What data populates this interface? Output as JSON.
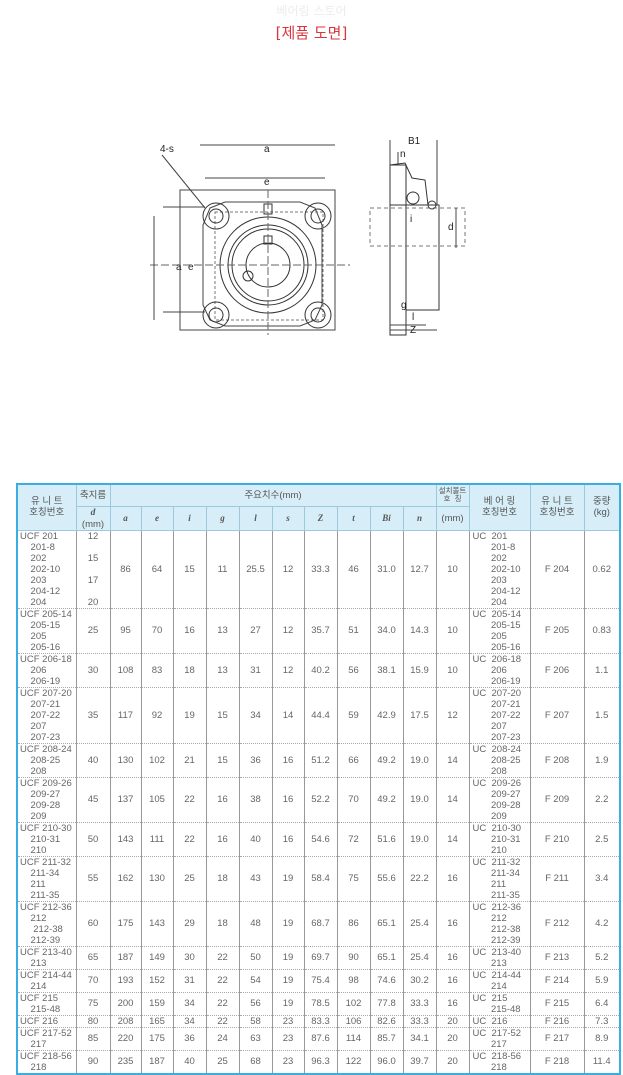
{
  "store_name": "베어링 스토어",
  "section_title": "[제품 도면]",
  "drawing_labels": {
    "a": "a",
    "e": "e",
    "s": "4-s",
    "B1": "B1",
    "n": "n",
    "d": "d",
    "i": "i",
    "g": "g",
    "l": "l",
    "Z": "Z"
  },
  "header": {
    "unit_no": "유 니 트\n호칭번호",
    "shaft": "축지름",
    "shaft_d": "d",
    "shaft_mm": "(mm)",
    "main_dims": "주요치수(mm)",
    "dims": [
      "a",
      "e",
      "i",
      "g",
      "l",
      "s",
      "Z",
      "t",
      "Bi",
      "n"
    ],
    "bolt": "설치볼트\n호  칭",
    "bolt_mm": "(mm)",
    "bearing_no": "베 어 링\n호칭번호",
    "unit_no2": "유 니 트\n호칭번호",
    "weight": "중량\n(kg)"
  },
  "rows": [
    {
      "unit": [
        "UCF 201",
        "    201-8",
        "    202",
        "    202-10",
        "    203",
        "    204-12",
        "    204"
      ],
      "d": "12\n\n15\n\n17\n\n20",
      "dims": [
        "86",
        "64",
        "15",
        "11",
        "25.5",
        "12",
        "33.3",
        "46",
        "31.0",
        "12.7"
      ],
      "bolt": "10",
      "bearing": [
        "UC  201",
        "       201-8",
        "       202",
        "       202-10",
        "       203",
        "       204-12",
        "       204"
      ],
      "housing": "F 204",
      "weight": "0.62"
    },
    {
      "unit": [
        "UCF 205-14",
        "    205-15",
        "    205",
        "    205-16"
      ],
      "d": "25",
      "dims": [
        "95",
        "70",
        "16",
        "13",
        "27",
        "12",
        "35.7",
        "51",
        "34.0",
        "14.3"
      ],
      "bolt": "10",
      "bearing": [
        "UC  205-14",
        "       205-15",
        "       205",
        "       205-16"
      ],
      "housing": "F 205",
      "weight": "0.83"
    },
    {
      "unit": [
        "UCF 206-18",
        "    206",
        "    206-19"
      ],
      "d": "30",
      "dims": [
        "108",
        "83",
        "18",
        "13",
        "31",
        "12",
        "40.2",
        "56",
        "38.1",
        "15.9"
      ],
      "bolt": "10",
      "bearing": [
        "UC  206-18",
        "       206",
        "       206-19"
      ],
      "housing": "F 206",
      "weight": "1.1"
    },
    {
      "unit": [
        "UCF 207-20",
        "    207-21",
        "    207-22",
        "    207",
        "    207-23"
      ],
      "d": "35",
      "dims": [
        "117",
        "92",
        "19",
        "15",
        "34",
        "14",
        "44.4",
        "59",
        "42.9",
        "17.5"
      ],
      "bolt": "12",
      "bearing": [
        "UC  207-20",
        "       207-21",
        "       207-22",
        "       207",
        "       207-23"
      ],
      "housing": "F 207",
      "weight": "1.5"
    },
    {
      "unit": [
        "UCF 208-24",
        "    208-25",
        "    208"
      ],
      "d": "40",
      "dims": [
        "130",
        "102",
        "21",
        "15",
        "36",
        "16",
        "51.2",
        "66",
        "49.2",
        "19.0"
      ],
      "bolt": "14",
      "bearing": [
        "UC  208-24",
        "       208-25",
        "       208"
      ],
      "housing": "F 208",
      "weight": "1.9"
    },
    {
      "unit": [
        "UCF 209-26",
        "    209-27",
        "    209-28",
        "    209"
      ],
      "d": "45",
      "dims": [
        "137",
        "105",
        "22",
        "16",
        "38",
        "16",
        "52.2",
        "70",
        "49.2",
        "19.0"
      ],
      "bolt": "14",
      "bearing": [
        "UC  209-26",
        "       209-27",
        "       209-28",
        "       209"
      ],
      "housing": "F 209",
      "weight": "2.2"
    },
    {
      "unit": [
        "UCF 210-30",
        "    210-31",
        "    210"
      ],
      "d": "50",
      "dims": [
        "143",
        "111",
        "22",
        "16",
        "40",
        "16",
        "54.6",
        "72",
        "51.6",
        "19.0"
      ],
      "bolt": "14",
      "bearing": [
        "UC  210-30",
        "       210-31",
        "       210"
      ],
      "housing": "F 210",
      "weight": "2.5"
    },
    {
      "unit": [
        "UCF 211-32",
        "    211-34",
        "    211",
        "    211-35"
      ],
      "d": "55",
      "dims": [
        "162",
        "130",
        "25",
        "18",
        "43",
        "19",
        "58.4",
        "75",
        "55.6",
        "22.2"
      ],
      "bolt": "16",
      "bearing": [
        "UC  211-32",
        "       211-34",
        "       211",
        "       211-35"
      ],
      "housing": "F 211",
      "weight": "3.4"
    },
    {
      "unit": [
        "UCF 212-36",
        "    212",
        "     212-38",
        "    212-39"
      ],
      "d": "60",
      "dims": [
        "175",
        "143",
        "29",
        "18",
        "48",
        "19",
        "68.7",
        "86",
        "65.1",
        "25.4"
      ],
      "bolt": "16",
      "bearing": [
        "UC  212-36",
        "       212",
        "       212-38",
        "       212-39"
      ],
      "housing": "F 212",
      "weight": "4.2"
    },
    {
      "unit": [
        "UCF 213-40",
        "    213"
      ],
      "d": "65",
      "dims": [
        "187",
        "149",
        "30",
        "22",
        "50",
        "19",
        "69.7",
        "90",
        "65.1",
        "25.4"
      ],
      "bolt": "16",
      "bearing": [
        "UC  213-40",
        "       213"
      ],
      "housing": "F 213",
      "weight": "5.2"
    },
    {
      "unit": [
        "UCF 214-44",
        "    214"
      ],
      "d": "70",
      "dims": [
        "193",
        "152",
        "31",
        "22",
        "54",
        "19",
        "75.4",
        "98",
        "74.6",
        "30.2"
      ],
      "bolt": "16",
      "bearing": [
        "UC  214-44",
        "       214"
      ],
      "housing": "F 214",
      "weight": "5.9"
    },
    {
      "unit": [
        "UCF 215",
        "    215-48"
      ],
      "d": "75",
      "dims": [
        "200",
        "159",
        "34",
        "22",
        "56",
        "19",
        "78.5",
        "102",
        "77.8",
        "33.3"
      ],
      "bolt": "16",
      "bearing": [
        "UC  215",
        "       215-48"
      ],
      "housing": "F 215",
      "weight": "6.4"
    },
    {
      "unit": [
        "UCF 216"
      ],
      "d": "80",
      "dims": [
        "208",
        "165",
        "34",
        "22",
        "58",
        "23",
        "83.3",
        "106",
        "82.6",
        "33.3"
      ],
      "bolt": "20",
      "bearing": [
        "UC  216"
      ],
      "housing": "F 216",
      "weight": "7.3"
    },
    {
      "unit": [
        "UCF 217-52",
        "    217"
      ],
      "d": "85",
      "dims": [
        "220",
        "175",
        "36",
        "24",
        "63",
        "23",
        "87.6",
        "114",
        "85.7",
        "34.1"
      ],
      "bolt": "20",
      "bearing": [
        "UC  217-52",
        "       217"
      ],
      "housing": "F 217",
      "weight": "8.9"
    },
    {
      "unit": [
        "UCF 218-56",
        "    218"
      ],
      "d": "90",
      "dims": [
        "235",
        "187",
        "40",
        "25",
        "68",
        "23",
        "96.3",
        "122",
        "96.0",
        "39.7"
      ],
      "bolt": "20",
      "bearing": [
        "UC  218-56",
        "       218"
      ],
      "housing": "F 218",
      "weight": "11.4"
    }
  ]
}
